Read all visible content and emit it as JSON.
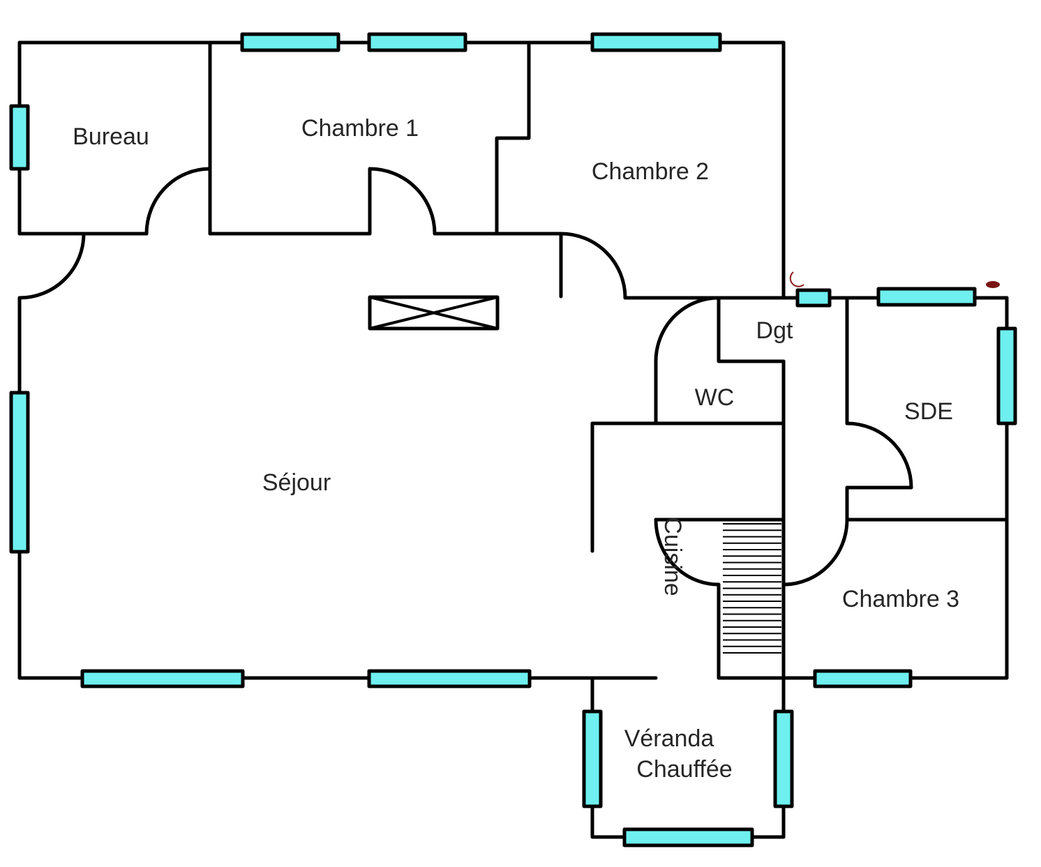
{
  "plan": {
    "title": "Plan de maison",
    "colors": {
      "wall": "#000000",
      "window_fill": "#6fefef",
      "text": "#262626",
      "background": "#ffffff",
      "marker": "#8b1a1a"
    },
    "rooms": [
      {
        "id": "bureau",
        "label": "Bureau"
      },
      {
        "id": "chambre-1",
        "label": "Chambre 1"
      },
      {
        "id": "chambre-2",
        "label": "Chambre 2"
      },
      {
        "id": "sejour",
        "label": "Séjour"
      },
      {
        "id": "dgt",
        "label": "Dgt"
      },
      {
        "id": "wc",
        "label": "WC"
      },
      {
        "id": "sde",
        "label": "SDE"
      },
      {
        "id": "cuisine",
        "label": "Cuisine"
      },
      {
        "id": "chambre-3",
        "label": "Chambre 3"
      },
      {
        "id": "veranda",
        "label_line1": "Véranda",
        "label_line2": "Chauffée"
      }
    ],
    "symbols": {
      "window": "window-icon",
      "door": "door-swing-icon",
      "stairs": "staircase-icon",
      "fireplace": "fireplace-icon"
    },
    "stair_step_count": 21
  }
}
